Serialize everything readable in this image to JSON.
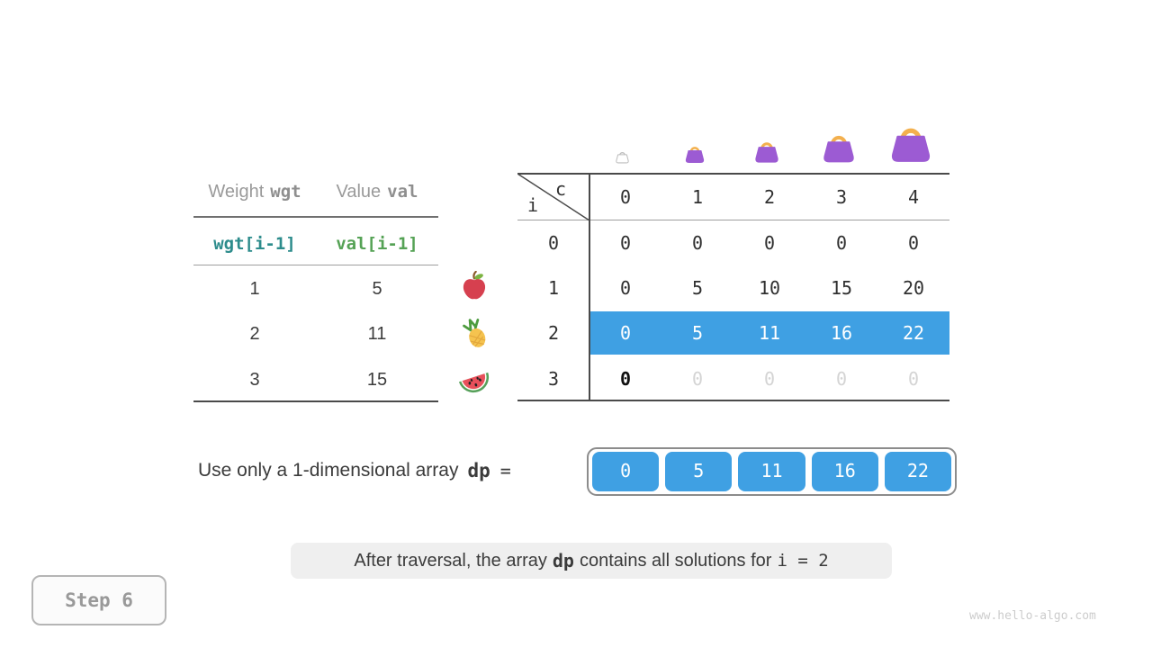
{
  "colors": {
    "accent_blue": "#3fa0e3",
    "bag_purple": "#9c5bd3",
    "bag_handle_orange": "#f3b04e",
    "bag_outline_gray": "#bdbdbd",
    "wgt_teal": "#2d8c8c",
    "val_green": "#55a255",
    "dim_gray": "#d4d4d4",
    "highlight_text": "#ffffff"
  },
  "left_table": {
    "headers": [
      {
        "prefix": "Weight",
        "code": "wgt"
      },
      {
        "prefix": "Value",
        "code": "val"
      }
    ],
    "formula_row": [
      "wgt[i-1]",
      "val[i-1]"
    ],
    "rows": [
      [
        "1",
        "5"
      ],
      [
        "2",
        "11"
      ],
      [
        "3",
        "15"
      ]
    ]
  },
  "fruits": [
    "apple",
    "pineapple",
    "watermelon"
  ],
  "bags": [
    "bag-outline",
    "bag-small",
    "bag-medium",
    "bag-large",
    "bag-xlarge"
  ],
  "dp_table": {
    "corner": {
      "col_axis": "c",
      "row_axis": "i"
    },
    "col_headers": [
      "0",
      "1",
      "2",
      "3",
      "4"
    ],
    "rows": [
      {
        "label": "0",
        "cells": [
          "0",
          "0",
          "0",
          "0",
          "0"
        ],
        "state": "normal"
      },
      {
        "label": "1",
        "cells": [
          "0",
          "5",
          "10",
          "15",
          "20"
        ],
        "state": "normal"
      },
      {
        "label": "2",
        "cells": [
          "0",
          "5",
          "11",
          "16",
          "22"
        ],
        "state": "highlighted"
      },
      {
        "label": "3",
        "cells": [
          "0",
          "0",
          "0",
          "0",
          "0"
        ],
        "state": "pending-first-cell-set"
      }
    ]
  },
  "array_line": {
    "prefix": "Use only a 1-dimensional array",
    "var": "dp",
    "equals": "=",
    "values": [
      "0",
      "5",
      "11",
      "16",
      "22"
    ]
  },
  "caption": {
    "part1": "After traversal, the array",
    "code1": "dp",
    "part2": "contains all solutions for",
    "code2": "i = 2"
  },
  "step_label": "Step 6",
  "watermark": "www.hello-algo.com"
}
